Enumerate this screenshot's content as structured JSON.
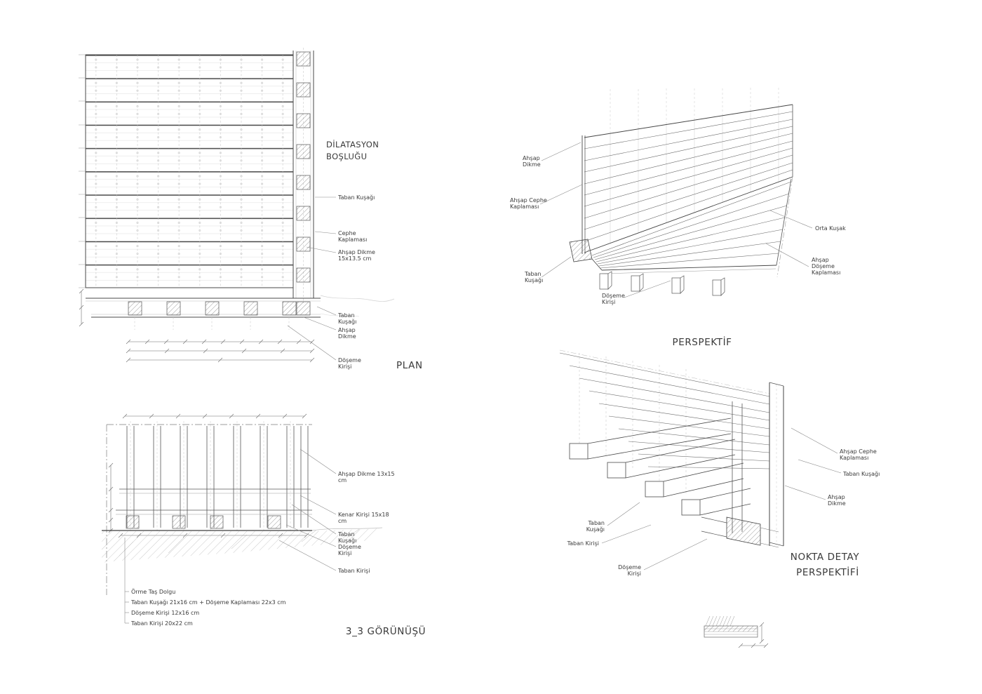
{
  "colors": {
    "paper": "#ffffff",
    "ink": "#3d3d3d",
    "construction": "#b5b5b5",
    "text": "#3a3a3a"
  },
  "plan": {
    "title": "PLAN",
    "dilatasyon": [
      "DİLATASYON",
      "BOŞLUĞU"
    ],
    "taban_kusagi_top": "Taban Kuşağı",
    "cephe_kaplamasi": [
      "Cephe",
      "Kaplaması"
    ],
    "ahsap_dikme_size": [
      "Ahşap Dikme",
      "15x13.5 cm"
    ],
    "taban_kusagi_bottom": [
      "Taban",
      "Kuşağı"
    ],
    "ahsap_dikme": [
      "Ahşap",
      "Dikme"
    ],
    "doseme_kirisi": [
      "Döşeme",
      "Kirişi"
    ]
  },
  "perspektif": {
    "title": "PERSPEKTİF",
    "ahsap_dikme": [
      "Ahşap",
      "Dikme"
    ],
    "ahsap_cephe_kaplamasi": [
      "Ahşap Cephe",
      "Kaplaması"
    ],
    "taban_kusagi": [
      "Taban",
      "Kuşağı"
    ],
    "doseme_kirisi": [
      "Döşeme",
      "Kirişi"
    ],
    "orta_kusak": "Orta Kuşak",
    "ahsap_doseme_kaplamasi": [
      "Ahşap",
      "Döşeme",
      "Kaplaması"
    ]
  },
  "gorunus": {
    "title": "3_3 GÖRÜNÜŞÜ",
    "ahsap_dikme_size": [
      "Ahşap Dikme 13x15",
      "cm"
    ],
    "kenar_kirisi_size": [
      "Kenar Kirişi 15x18",
      "cm"
    ],
    "taban_kusagi": [
      "Taban",
      "Kuşağı"
    ],
    "doseme_kirisi": [
      "Döşeme",
      "Kirişi"
    ],
    "taban_kirisi": "Taban Kirişi",
    "notes": [
      "Örme Taş Dolgu",
      "Taban Kuşağı 21x16 cm + Döşeme Kaplaması 22x3 cm",
      "Döşeme Kirişi 12x16 cm",
      "Taban Kirişi 20x22 cm"
    ]
  },
  "detay": {
    "title": [
      "NOKTA DETAY",
      "PERSPEKTİFİ"
    ],
    "ahsap_cephe_kaplamasi": [
      "Ahşap Cephe",
      "Kaplaması"
    ],
    "taban_kusagi_right": "Taban Kuşağı",
    "ahsap_dikme": [
      "Ahşap",
      "Dikme"
    ],
    "taban_kusagi_left": [
      "Taban",
      "Kuşağı"
    ],
    "taban_kirisi": "Taban Kirişi",
    "doseme_kirisi": [
      "Döşeme",
      "Kirişi"
    ]
  }
}
